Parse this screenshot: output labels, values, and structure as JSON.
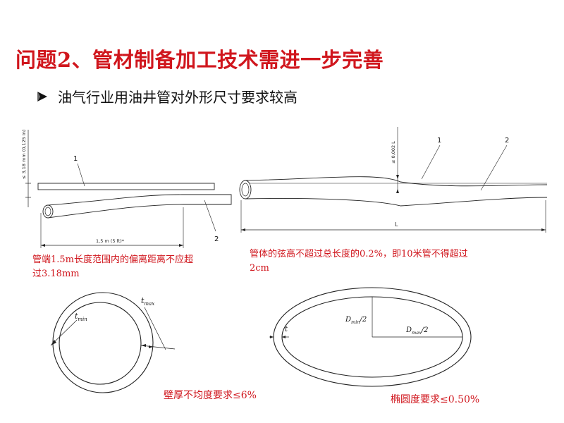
{
  "title": "问题2、管材制备加工技术需进一步完善",
  "bullet": "油气行业用油井管对外形尺寸要求较高",
  "fig_end_deviation": {
    "dim_vertical": "≤ 3,18 mm (0,125 in)",
    "dim_horizontal": "1,5 m (5 ft)*",
    "label_1": "1",
    "label_2": "2",
    "caption_line1": "管端1.5m长度范围内的偏离距离不应超",
    "caption_line2": "过3.18mm"
  },
  "fig_straightness": {
    "dim_sag": "≤ 0,002 L",
    "dim_length": "L",
    "label_1": "1",
    "label_2": "2",
    "caption_line1": "管体的弦高不超过总长度的0.2%，即10米管不得超过",
    "caption_line2": "2cm"
  },
  "fig_wall": {
    "t_min": "t",
    "t_min_sub": "min",
    "t_max": "t",
    "t_max_sub": "max",
    "caption": "壁厚不均度要求≤6%"
  },
  "fig_ovality": {
    "t_label": "t",
    "dmin": "D",
    "dmin_sub": "min",
    "dmin_suffix": "/2",
    "dmax": "D",
    "dmax_sub": "max",
    "dmax_suffix": "/2",
    "caption": "椭圆度要求≤0.50%"
  },
  "colors": {
    "title": "#d0161d",
    "caption": "#d0161d",
    "text": "#111111",
    "line": "#222222"
  }
}
